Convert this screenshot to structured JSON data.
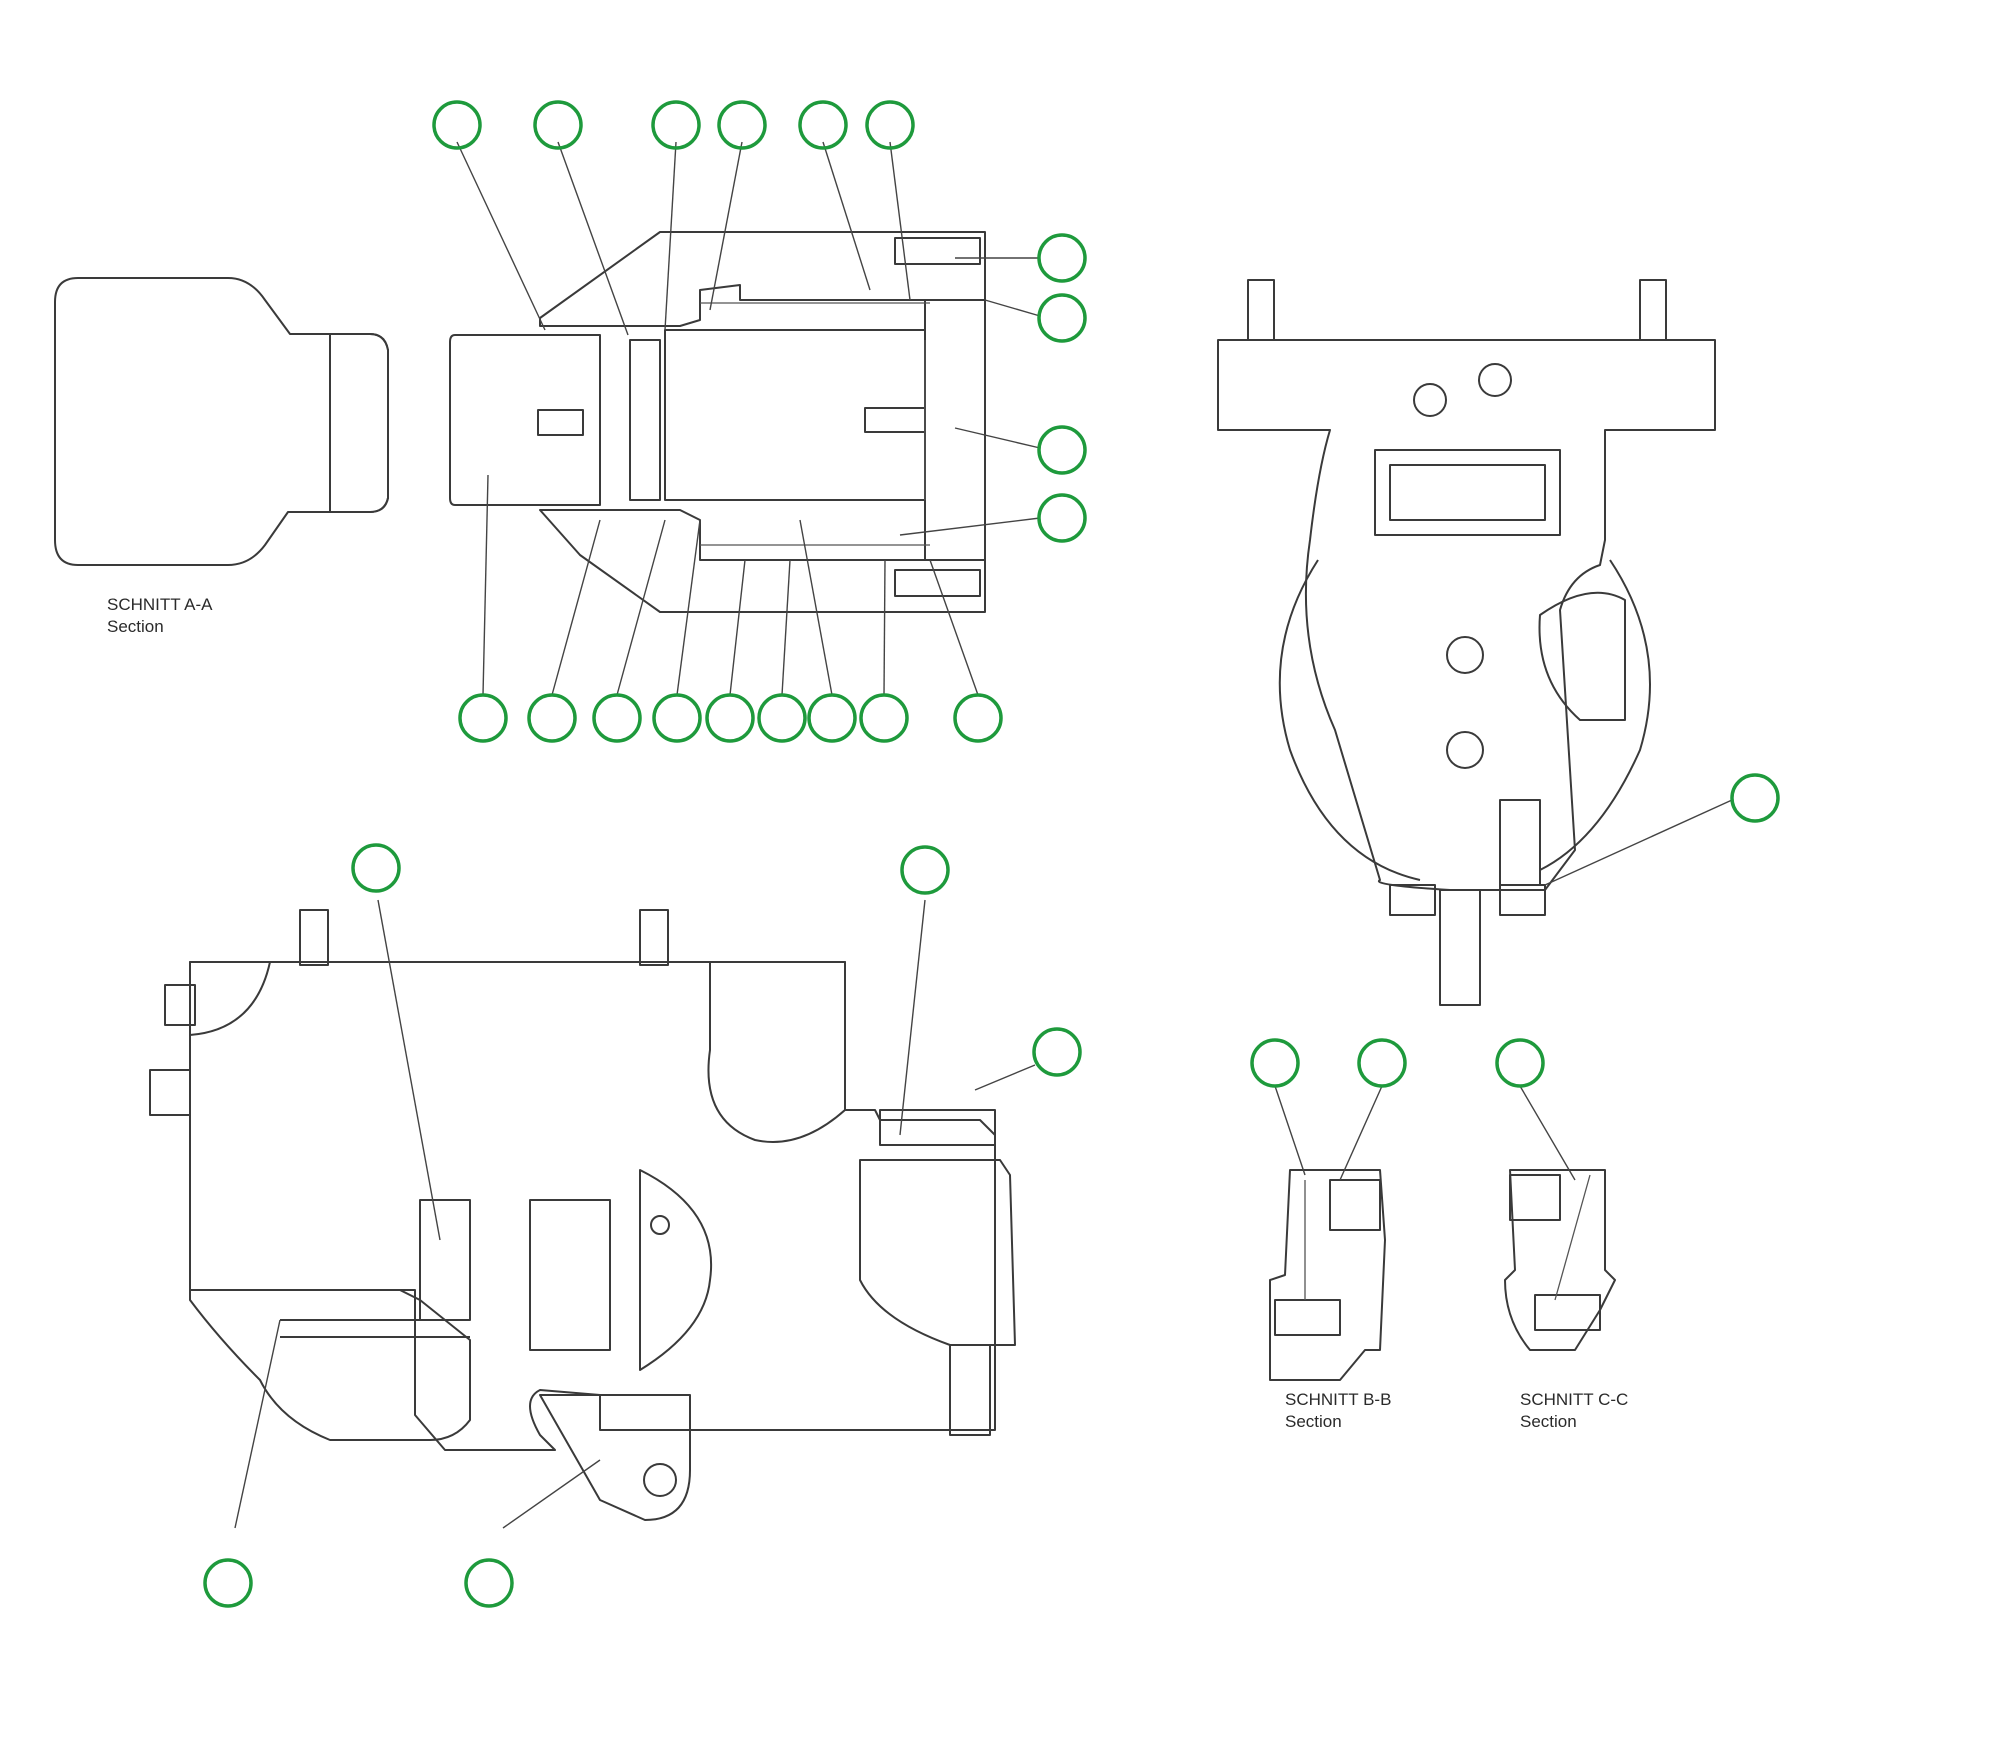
{
  "section_labels": {
    "a_title": "SCHNITT A-A",
    "a_sub": "Section",
    "b_title": "SCHNITT B-B",
    "b_sub": "Section",
    "c_title": "SCHNITT C-C",
    "c_sub": "Section"
  },
  "colors": {
    "balloon": "#1e9a3c",
    "drawing_line": "#3a3a3a",
    "background": "#ffffff"
  }
}
